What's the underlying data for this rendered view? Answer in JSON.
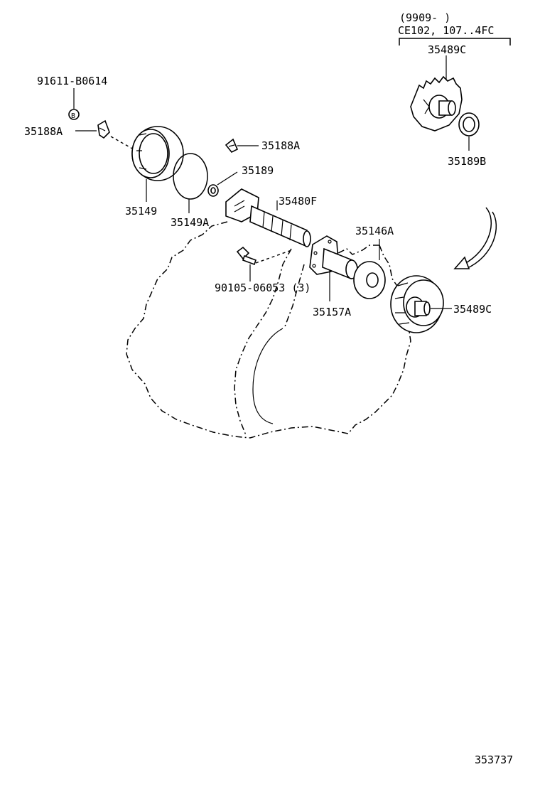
{
  "labels": {
    "range_note": "(9909-      )",
    "applicability": "CE102, 107..4FC",
    "gear_top": "35489C",
    "washer": "35189B",
    "bolt_code": "91611-B0614",
    "bolt_marker": "B",
    "clip_left": "35188A",
    "clip_right": "35188A",
    "oring_small": "35189",
    "sleeve": "35149",
    "oring_large": "35149A",
    "sensor": "35480F",
    "plate": "35146A",
    "screw": "90105-06053 (3)",
    "flange": "35157A",
    "gear_bottom": "35489C",
    "diagram_id": "353737"
  }
}
